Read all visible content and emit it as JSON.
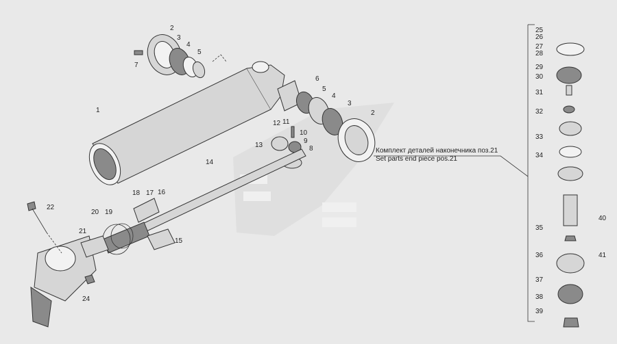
{
  "labels": {
    "p1": "1",
    "p2a": "2",
    "p3a": "3",
    "p4a": "4",
    "p5a": "5",
    "p7": "7",
    "p6": "6",
    "p5b": "5",
    "p4b": "4",
    "p3b": "3",
    "p2b": "2",
    "p12": "12",
    "p11": "11",
    "p10": "10",
    "p9": "9",
    "p8": "8",
    "p13": "13",
    "p14": "14",
    "p22": "22",
    "p18": "18",
    "p17": "17",
    "p16": "16",
    "p20": "20",
    "p19": "19",
    "p21": "21",
    "p15": "15",
    "p24": "24",
    "p25": "25",
    "p26": "26",
    "p27": "27",
    "p28": "28",
    "p29": "29",
    "p30": "30",
    "p31": "31",
    "p32": "32",
    "p33": "33",
    "p34": "34",
    "p40": "40",
    "p35": "35",
    "p36": "36",
    "p41": "41",
    "p37": "37",
    "p38": "38",
    "p39": "39"
  },
  "caption": {
    "ru": "Комплект деталей наконечника поз.21",
    "en": "Set parts end piece pos.21"
  }
}
